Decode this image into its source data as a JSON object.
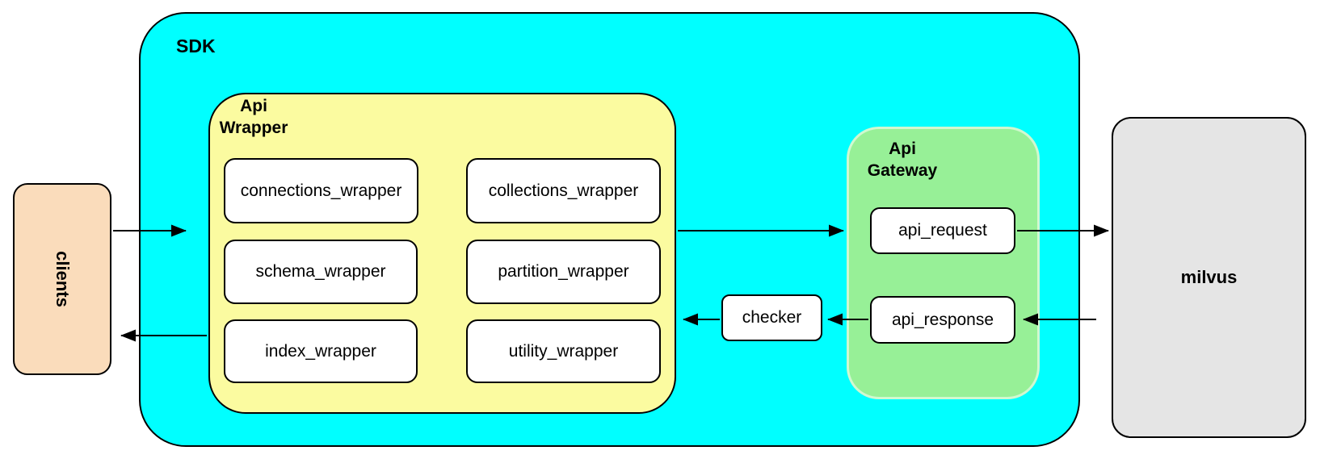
{
  "diagram": {
    "sdk": {
      "label": "SDK"
    },
    "api_wrapper": {
      "label_lines": [
        "Api",
        "Wrapper"
      ],
      "boxes": [
        "connections_wrapper",
        "collections_wrapper",
        "schema_wrapper",
        "partition_wrapper",
        "index_wrapper",
        "utility_wrapper"
      ]
    },
    "api_gateway": {
      "label_lines": [
        "Api",
        "Gateway"
      ],
      "boxes": [
        "api_request",
        "api_response"
      ]
    },
    "checker": {
      "label": "checker"
    },
    "clients": {
      "label": "clients"
    },
    "milvus": {
      "label": "milvus"
    },
    "colors": {
      "sdk_fill": "#00ffff",
      "api_wrapper_fill": "#fbfba0",
      "api_gateway_fill": "#97f097",
      "clients_fill": "#fadcbb",
      "milvus_fill": "#e5e5e5",
      "node_fill": "#ffffff",
      "stroke": "#000000"
    },
    "arrows": [
      {
        "id": "clients-to-sdk",
        "from": "clients",
        "to": "SDK"
      },
      {
        "id": "api-wrapper-to-api-gateway",
        "from": "Api Wrapper",
        "to": "Api Gateway"
      },
      {
        "id": "api-request-to-milvus",
        "from": "api_request",
        "to": "milvus"
      },
      {
        "id": "milvus-to-api-response",
        "from": "milvus",
        "to": "api_response"
      },
      {
        "id": "api-response-to-checker",
        "from": "api_response",
        "to": "checker"
      },
      {
        "id": "checker-to-api-wrapper",
        "from": "checker",
        "to": "Api Wrapper"
      },
      {
        "id": "api-wrapper-to-clients",
        "from": "Api Wrapper",
        "to": "clients"
      }
    ]
  }
}
